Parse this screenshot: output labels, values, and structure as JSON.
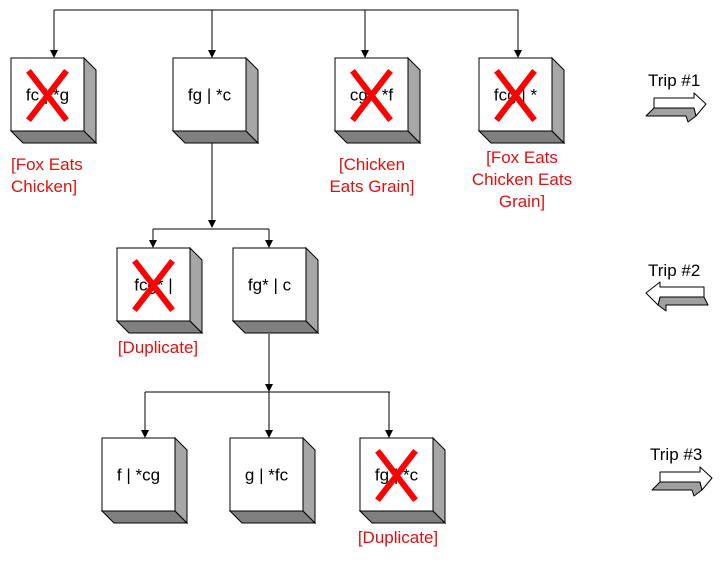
{
  "colors": {
    "line": "#000000",
    "box_front": "#ffffff",
    "box_side": "#a6a6a6",
    "box_bottom": "#808080",
    "cross": "#ff0000",
    "note_text": "#e01010",
    "arrow_dark": "#a0a0a0",
    "arrow_light": "#ffffff"
  },
  "nodes": {
    "n1": {
      "label": "fc | *g",
      "crossed": true
    },
    "n2": {
      "label": "fg | *c",
      "crossed": false
    },
    "n3": {
      "label": "cg | *f",
      "crossed": true
    },
    "n4": {
      "label": "fcg | *",
      "crossed": true
    },
    "n5": {
      "label": "fcg* |",
      "crossed": true
    },
    "n6": {
      "label": "fg* | c",
      "crossed": false
    },
    "n7": {
      "label": "f | *cg",
      "crossed": false
    },
    "n8": {
      "label": "g | *fc",
      "crossed": false
    },
    "n9": {
      "label": "fg | *c",
      "crossed": true
    }
  },
  "notes": {
    "n1": [
      "[Fox Eats",
      "Chicken]"
    ],
    "n3": [
      "[Chicken",
      "Eats Grain]"
    ],
    "n4": [
      "[Fox Eats",
      "Chicken Eats",
      "Grain]"
    ],
    "n5": [
      "[Duplicate]"
    ],
    "n9": [
      "[Duplicate]"
    ]
  },
  "trips": [
    {
      "label": "Trip #1",
      "direction": "right"
    },
    {
      "label": "Trip #2",
      "direction": "left"
    },
    {
      "label": "Trip #3",
      "direction": "right"
    }
  ]
}
